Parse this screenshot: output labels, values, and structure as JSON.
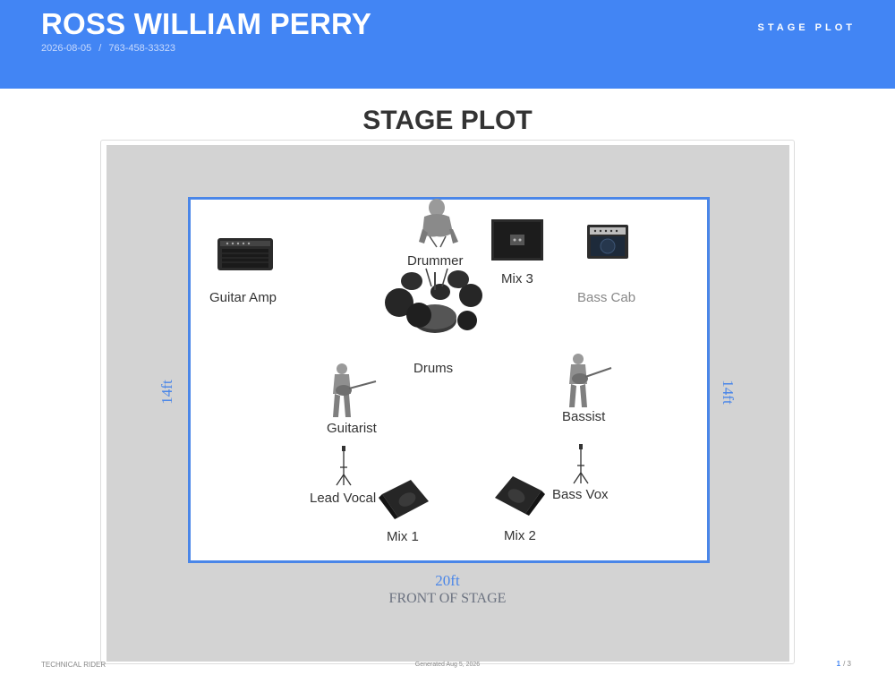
{
  "header": {
    "name": "ROSS WILLIAM PERRY",
    "date": "2026-08-05",
    "separator": "/",
    "phone": "763-458-33323",
    "doc_type": "STAGE PLOT"
  },
  "page_title": "STAGE PLOT",
  "stage": {
    "width_label": "20ft",
    "depth_label_left": "14ft",
    "depth_label_right": "14ft",
    "front_label": "FRONT OF STAGE",
    "items": {
      "guitar_amp": {
        "label": "Guitar Amp",
        "icon": "guitar-amp-icon"
      },
      "drummer": {
        "label": "Drummer",
        "icon": "drummer-figure-icon"
      },
      "mix3": {
        "label": "Mix 3",
        "icon": "speaker-cabinet-icon"
      },
      "bass_cab": {
        "label": "Bass Cab",
        "icon": "bass-cab-icon"
      },
      "drums": {
        "label": "Drums",
        "icon": "drum-kit-icon"
      },
      "guitarist": {
        "label": "Guitarist",
        "icon": "guitarist-figure-icon"
      },
      "bassist": {
        "label": "Bassist",
        "icon": "bassist-figure-icon"
      },
      "lead_vocal": {
        "label": "Lead Vocal",
        "icon": "mic-stand-icon"
      },
      "bass_vox": {
        "label": "Bass Vox",
        "icon": "mic-stand-icon"
      },
      "mix1": {
        "label": "Mix 1",
        "icon": "wedge-monitor-icon"
      },
      "mix2": {
        "label": "Mix 2",
        "icon": "wedge-monitor-icon"
      }
    }
  },
  "footer": {
    "left": "TECHNICAL RIDER",
    "center": "Generated Aug 5, 2026",
    "page_current": "1",
    "page_total": "/ 3"
  },
  "colors": {
    "header_bg": "#4285f4",
    "stage_border": "#4a86e8",
    "stage_surround": "#d3d3d3"
  }
}
